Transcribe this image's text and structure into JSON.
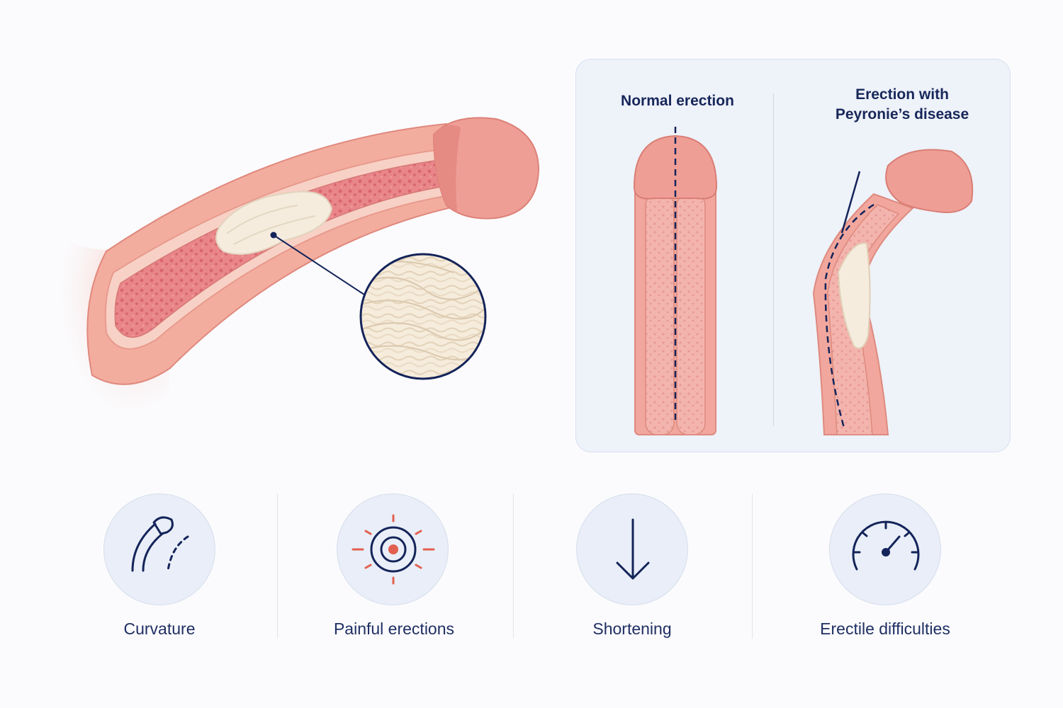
{
  "comparison": {
    "normal_label": "Normal erection",
    "peyronie_label_line1": "Erection with",
    "peyronie_label_line2": "Peyronie’s disease"
  },
  "symptoms": [
    {
      "label": "Curvature",
      "icon": "curvature-icon"
    },
    {
      "label": "Painful erections",
      "icon": "pain-target-icon"
    },
    {
      "label": "Shortening",
      "icon": "down-arrow-icon"
    },
    {
      "label": "Erectile difficulties",
      "icon": "gauge-icon"
    }
  ],
  "colors": {
    "tissue": "#f0a699",
    "tissue_light": "#f7cfc6",
    "glans": "#ee9e96",
    "plaque": "#f4eadb",
    "navy": "#14245a",
    "accent_red": "#e2604f",
    "icon_bg": "#e9eef8"
  }
}
